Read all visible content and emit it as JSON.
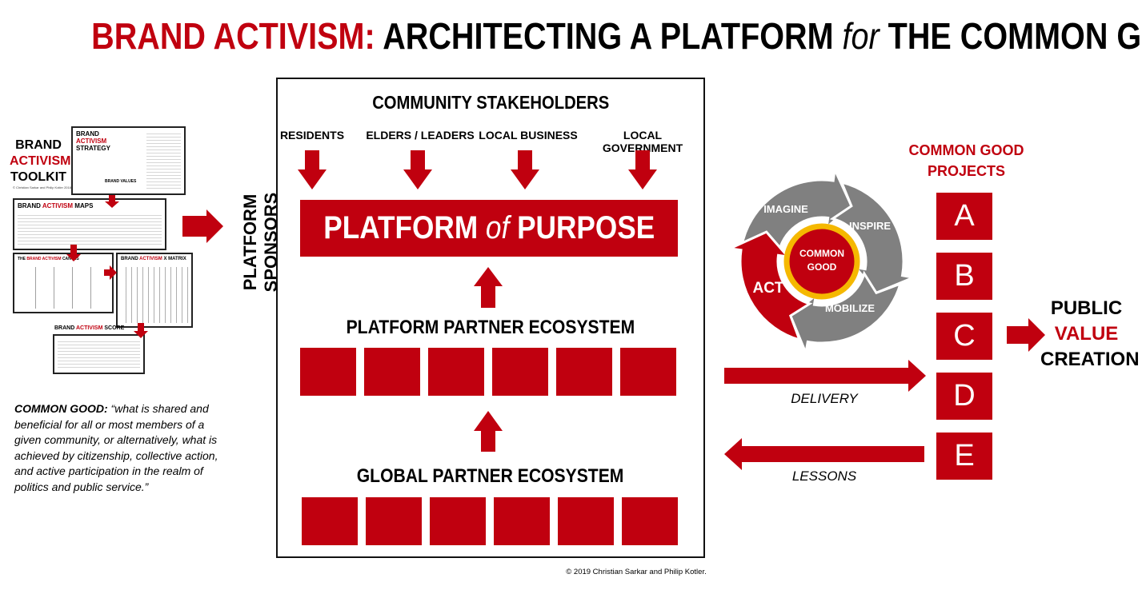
{
  "title": {
    "part1": "BRAND ACTIVISM:",
    "part2": "ARCHITECTING A PLATFORM",
    "part3": "for",
    "part4": "THE COMMON GOOD"
  },
  "toolkit": {
    "line1": "BRAND",
    "line2": "ACTIVISM",
    "line3": "TOOLKIT",
    "copyright": "© Christian Sarkar and Philip Kotler 2018",
    "docs": {
      "strategy": {
        "a": "BRAND",
        "b": "ACTIVISM",
        "c": "STRATEGY",
        "values": "BRAND VALUES"
      },
      "maps": {
        "a": "BRAND",
        "b": "ACTIVISM",
        "c": "MAPS"
      },
      "canvas": {
        "a": "THE",
        "b": "BRAND ACTIVISM",
        "c": "CANVAS"
      },
      "matrix": {
        "a": "BRAND",
        "b": "ACTIVISM",
        "c": "X MATRIX"
      },
      "score": {
        "a": "BRAND",
        "b": "ACTIVISM",
        "c": "SCORE"
      }
    }
  },
  "sponsors_label": "PLATFORM SPONSORS",
  "main": {
    "stakeholders_title": "COMMUNITY STAKEHOLDERS",
    "stakeholders": [
      "RESIDENTS",
      "ELDERS / LEADERS",
      "LOCAL BUSINESS",
      "LOCAL GOVERNMENT"
    ],
    "purpose": {
      "a": "PLATFORM",
      "b": "of",
      "c": "PURPOSE"
    },
    "platform_partner": "PLATFORM PARTNER ECOSYSTEM",
    "global_partner": "GLOBAL PARTNER ECOSYSTEM"
  },
  "cycle": {
    "center": [
      "COMMON",
      "GOOD"
    ],
    "steps": [
      "IMAGINE",
      "INSPIRE",
      "MOBILIZE",
      "ACT"
    ]
  },
  "projects": {
    "title": [
      "COMMON GOOD",
      "PROJECTS"
    ],
    "items": [
      "A",
      "B",
      "C",
      "D",
      "E"
    ]
  },
  "flows": {
    "delivery": "DELIVERY",
    "lessons": "LESSONS"
  },
  "outcome": [
    "PUBLIC",
    "VALUE",
    "CREATION"
  ],
  "quote": {
    "label": "COMMON GOOD:",
    "text": "“what is shared and beneficial for all or most members of a given community, or alternatively, what is achieved by citizenship, collective action, and active participation in the realm of politics and public service.”"
  },
  "copyright": "© 2019 Christian Sarkar and Philip Kotler.",
  "colors": {
    "red": "#c0000f",
    "gray": "#808080",
    "yellow": "#f5b800"
  }
}
